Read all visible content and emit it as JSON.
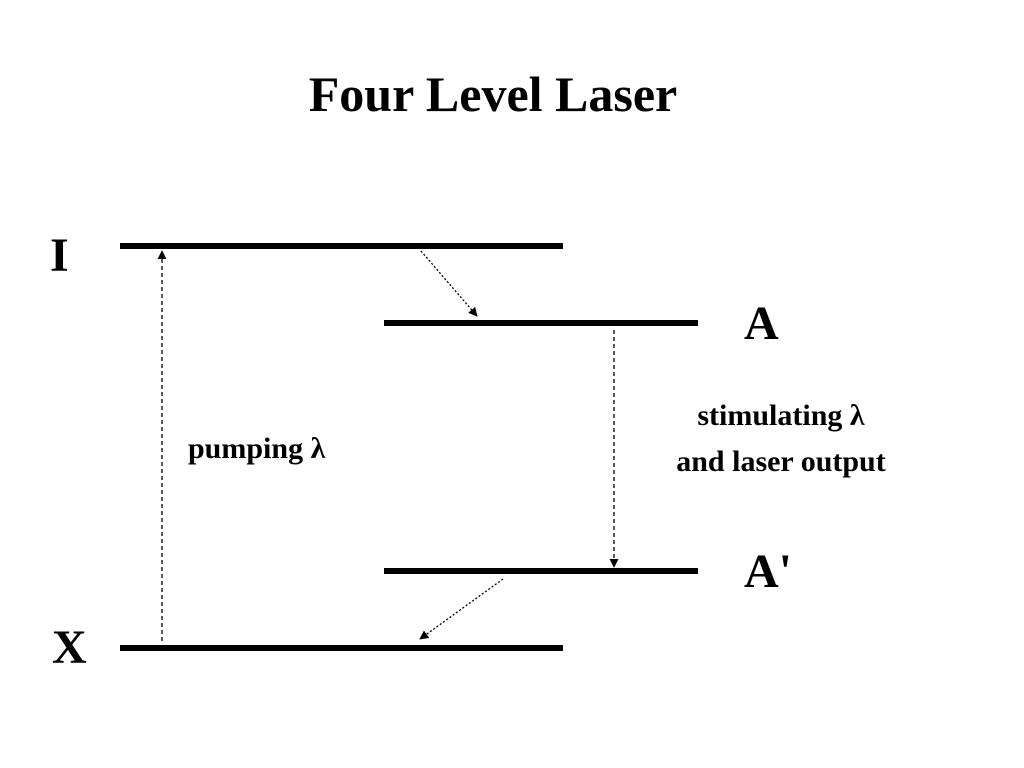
{
  "title": "Four Level Laser",
  "levels": {
    "top": "I",
    "upper_laser": "A",
    "lower_laser": "A'",
    "ground": "X"
  },
  "transitions": {
    "pumping": "pumping λ",
    "stimulating_line1": "stimulating λ",
    "stimulating_line2": "and laser output"
  },
  "colors": {
    "foreground": "#000000",
    "background": "#ffffff"
  }
}
